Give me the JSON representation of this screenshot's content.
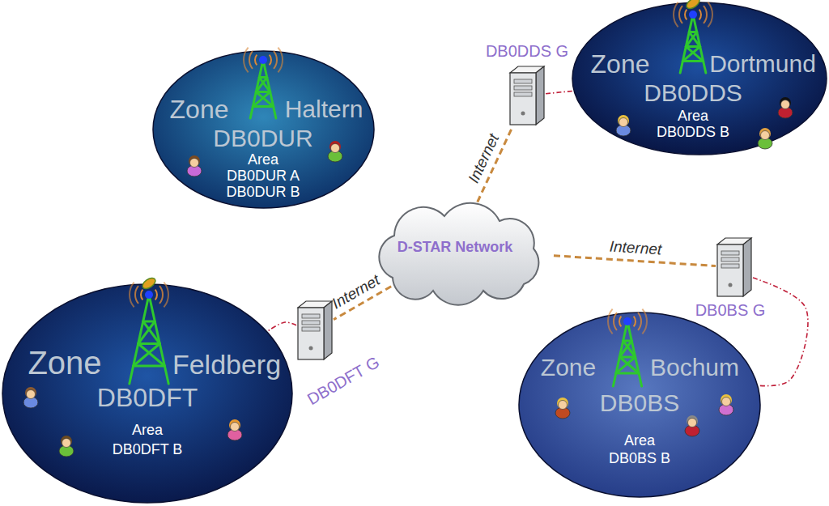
{
  "diagram": {
    "nodes": [
      {
        "text": [
          "Zone",
          "Haltern",
          "DB0DUR",
          "Area",
          "DB0DUR A",
          "DB0DUR B"
        ]
      },
      {
        "text": [
          "Zone",
          "Dortmund",
          "DB0DDS",
          "Area",
          "DB0DDS B"
        ]
      },
      {
        "text": [
          "Zone",
          "Feldberg",
          "DB0DFT",
          "Area",
          "DB0DFT B"
        ]
      },
      {
        "text": [
          "Zone",
          "Bochum",
          "DB0BS",
          "Area",
          "DB0BS B"
        ]
      },
      {
        "text": [
          "D-STAR Network"
        ]
      },
      {
        "text": [
          "DB0DDS G"
        ]
      },
      {
        "text": [
          "DB0DFT G"
        ]
      },
      {
        "text": [
          "DB0BS G"
        ]
      }
    ],
    "edges": [
      {
        "from": 4,
        "to": 5,
        "arrow": "none",
        "label": "Internet"
      },
      {
        "from": 4,
        "to": 6,
        "arrow": "none",
        "label": "Internet"
      },
      {
        "from": 4,
        "to": 7,
        "arrow": "none",
        "label": "Internet"
      },
      {
        "from": 5,
        "to": 1,
        "arrow": "none"
      },
      {
        "from": 6,
        "to": 2,
        "arrow": "none"
      },
      {
        "from": 7,
        "to": 3,
        "arrow": "none"
      }
    ]
  }
}
